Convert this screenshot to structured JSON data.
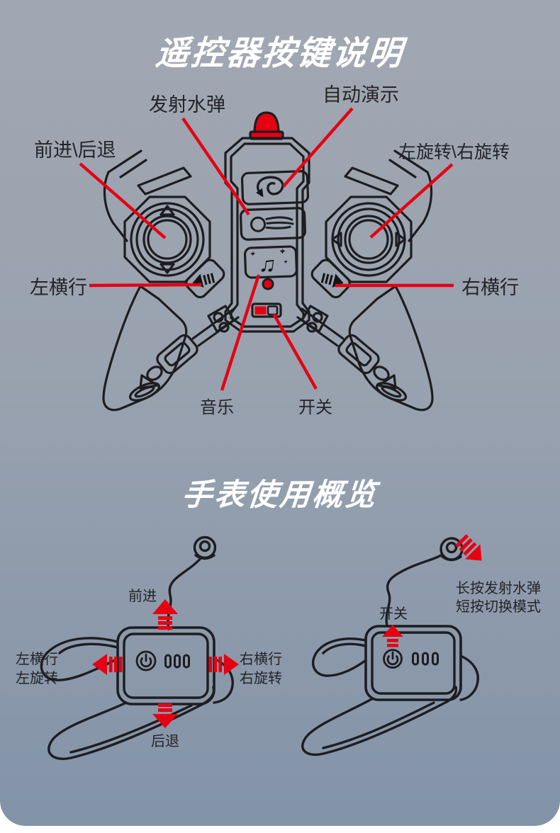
{
  "sections": {
    "controller_title": "遥控器按键说明",
    "watch_title": "手表使用概览"
  },
  "controller": {
    "labels": {
      "launch_water_bomb": "发射水弹",
      "auto_demo": "自动演示",
      "forward_backward": "前进\\后退",
      "left_right_rotate": "左旋转\\右旋转",
      "left_strafe": "左横行",
      "right_strafe": "右横行",
      "music": "音乐",
      "power_switch": "开关"
    }
  },
  "watch": {
    "left": {
      "forward": "前进",
      "left_strafe": "左横行",
      "left_rotate": "左旋转",
      "right_strafe": "右横行",
      "right_rotate": "右旋转",
      "backward": "后退"
    },
    "right": {
      "power_switch": "开关",
      "tip_line1": "长按发射水弹",
      "tip_line2": "短按切换模式"
    }
  },
  "icons": {
    "music_note": "♫"
  },
  "colors": {
    "accent_red": "#e50012",
    "line_color": "#1d1d20",
    "panel_top": "#a1a7b2",
    "panel_bottom": "#8393a8"
  }
}
